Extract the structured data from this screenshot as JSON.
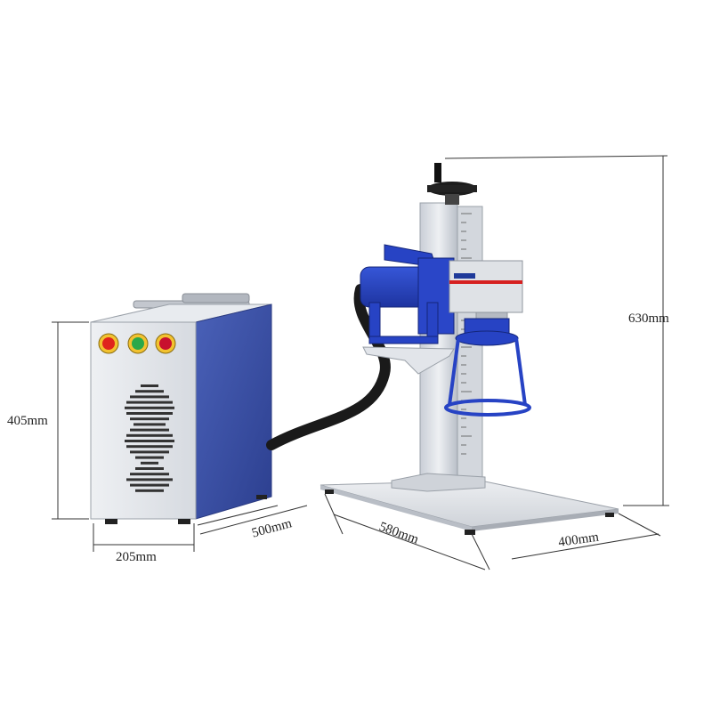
{
  "dimensions": {
    "source_height": "405mm",
    "source_depth": "500mm",
    "source_width": "205mm",
    "machine_height": "630mm",
    "base_width": "580mm",
    "base_depth": "400mm"
  },
  "colors": {
    "cabinet_blue": "#3a4fa0",
    "head_blue": "#2743c4",
    "aluminum": "#d9dde3",
    "cable": "#1a1a1a",
    "estop_red": "#e0241d",
    "start_green": "#2aa84a",
    "stop_red": "#c8102e",
    "button_ring": "#f2c230"
  }
}
